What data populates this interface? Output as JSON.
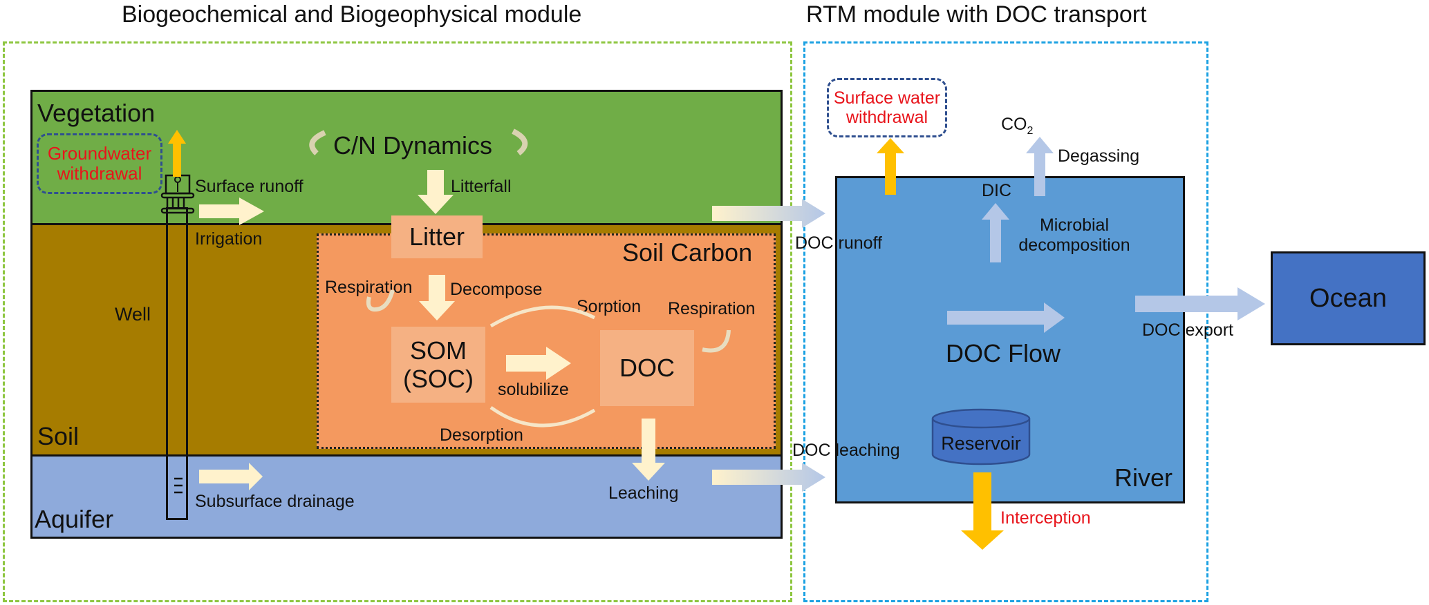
{
  "titles": {
    "left_module": "Biogeochemical and Biogeophysical module",
    "right_module": "RTM module with DOC transport"
  },
  "colors": {
    "left_frame": "#8dc63f",
    "right_frame": "#1ba1e2",
    "vegetation": "#70ad47",
    "soil": "#a67c00",
    "aquifer": "#8eaadb",
    "soil_carbon": "#f4995f",
    "pool_box": "#f5b183",
    "river": "#5b9bd5",
    "ocean": "#4472c4",
    "reservoir": "#4472c4",
    "flow_arrow": "#fff2cc",
    "human_arrow": "#ffc000",
    "transfer_arrow": "#b4c7e7",
    "human_text": "#e8141b"
  },
  "land": {
    "vegetation_label": "Vegetation",
    "soil_label": "Soil",
    "aquifer_label": "Aquifer",
    "groundwater_withdrawal": [
      "Groundwater",
      "withdrawal"
    ],
    "surface_runoff": "Surface runoff",
    "irrigation": "Irrigation",
    "well": "Well",
    "subsurface_drainage": "Subsurface drainage",
    "cn_dynamics": "C/N Dynamics",
    "litterfall": "Litterfall"
  },
  "soil_carbon": {
    "title": "Soil Carbon",
    "litter": "Litter",
    "respiration_left": "Respiration",
    "decompose": "Decompose",
    "sorption": "Sorption",
    "respiration_right": "Respiration",
    "som": [
      "SOM",
      "(SOC)"
    ],
    "solubilize": "solubilize",
    "doc": "DOC",
    "desorption": "Desorption",
    "leaching": "Leaching"
  },
  "river": {
    "surface_water_withdrawal": [
      "Surface water",
      "withdrawal"
    ],
    "co2": "CO",
    "co2_sub": "2",
    "degassing": "Degassing",
    "dic": "DIC",
    "microbial_decomposition": [
      "Microbial",
      "decomposition"
    ],
    "doc_runoff": "DOC runoff",
    "doc_flow": "DOC Flow",
    "doc_export": "DOC export",
    "doc_leaching": "DOC leaching",
    "reservoir": "Reservoir",
    "river_label": "River",
    "interception": "Interception"
  },
  "ocean": {
    "label": "Ocean"
  }
}
